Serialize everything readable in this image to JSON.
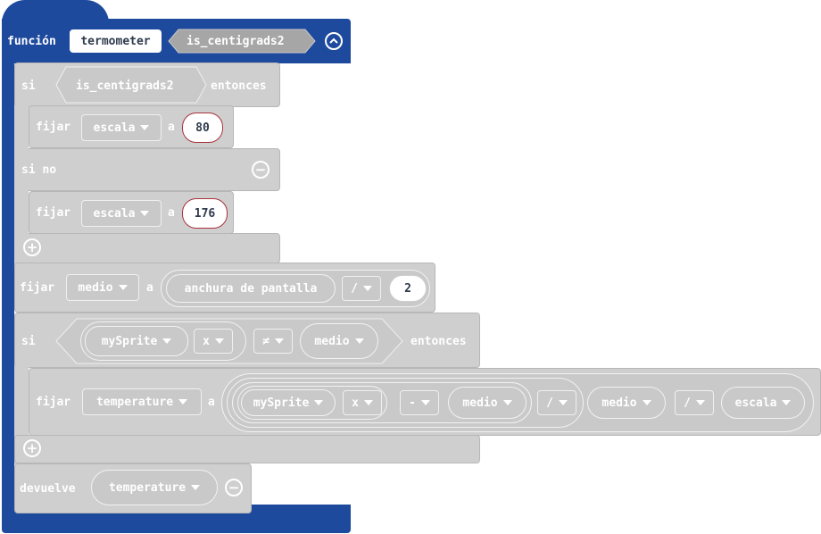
{
  "function_def": {
    "keyword": "función",
    "name": "termometer",
    "param": "is_centigrads2",
    "collapse_icon": "chevron-up-icon"
  },
  "if_block": {
    "if_kw": "si",
    "condition": "is_centigrads2",
    "then_kw": "entonces",
    "else_kw": "si no",
    "then_stmt": {
      "set_kw": "fijar",
      "var": "escala",
      "to_kw": "a",
      "value": "80"
    },
    "else_stmt": {
      "set_kw": "fijar",
      "var": "escala",
      "to_kw": "a",
      "value": "176"
    }
  },
  "set_medio": {
    "set_kw": "fijar",
    "var": "medio",
    "to_kw": "a",
    "left": "anchura de pantalla",
    "op": "/",
    "right": "2"
  },
  "if_block2": {
    "if_kw": "si",
    "sprite": "mySprite",
    "prop": "x",
    "op": "≠",
    "rhs": "medio",
    "then_kw": "entonces",
    "stmt": {
      "set_kw": "fijar",
      "var": "temperature",
      "to_kw": "a",
      "sprite": "mySprite",
      "prop": "x",
      "minus": "-",
      "medio": "medio",
      "div1": "/",
      "medio2": "medio",
      "div2": "/",
      "escala": "escala"
    }
  },
  "return_block": {
    "keyword": "devuelve",
    "value": "temperature"
  }
}
